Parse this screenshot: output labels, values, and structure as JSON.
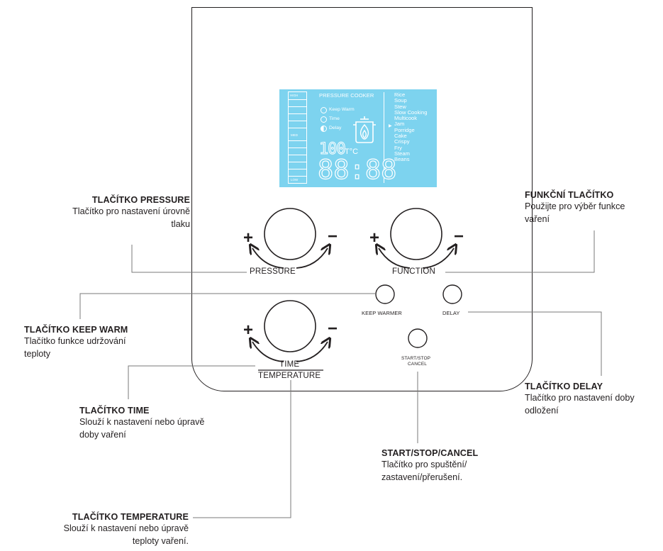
{
  "lcd": {
    "title": "PRESSURE COOKER",
    "modes": [
      "Keep Warm",
      "Time",
      "Delay"
    ],
    "scale_labels": [
      "HIGH",
      "MED",
      "LOW"
    ],
    "menu": [
      "Rice",
      "Soup",
      "Stew",
      "Slow Cooking",
      "Multicook",
      "Jam",
      "Porridge",
      "Cake",
      "Crispy",
      "Fry",
      "Steam",
      "Beans"
    ],
    "temperature": "100",
    "temperature_unit": "T°C",
    "clock": "88:88",
    "selected_mode": "Multicook"
  },
  "panel_labels": {
    "pressure": "PRESSURE",
    "function": "FUNCTION",
    "keep_warmer": "KEEP WARMER",
    "delay": "DELAY",
    "time": "TIME",
    "temperature": "TEMPERATURE",
    "start_stop": "START/STOP",
    "cancel": "CANCEL",
    "plus": "+",
    "minus": "−"
  },
  "callouts": {
    "pressure": {
      "title": "TLAČÍTKO PRESSURE",
      "desc": [
        "Tlačítko pro nastavení úrovně",
        "tlaku"
      ]
    },
    "function": {
      "title": "FUNKČNÍ TLAČÍTKO",
      "desc": [
        "Použijte pro výběr funkce",
        "vaření"
      ]
    },
    "keep_warm": {
      "title": "TLAČÍTKO KEEP WARM",
      "desc": [
        "Tlačítko funkce udržování",
        "teploty"
      ]
    },
    "delay": {
      "title": "TLAČÍTKO DELAY",
      "desc": [
        "Tlačítko pro nastavení doby",
        "odložení"
      ]
    },
    "time": {
      "title": "TLAČÍTKO TIME",
      "desc": [
        "Slouží k nastavení nebo úpravě",
        "doby vaření"
      ]
    },
    "start_stop": {
      "title": "START/STOP/CANCEL",
      "desc": [
        "Tlačítko pro spuštění/",
        "zastavení/přerušení."
      ]
    },
    "temperature": {
      "title": "TLAČÍTKO TEMPERATURE",
      "desc": [
        "Slouží k nastavení nebo úpravě",
        "teploty vaření."
      ]
    }
  },
  "colors": {
    "lcd_background": "#7dd3ef",
    "line": "#231f20",
    "leader": "#7a7a7a"
  }
}
